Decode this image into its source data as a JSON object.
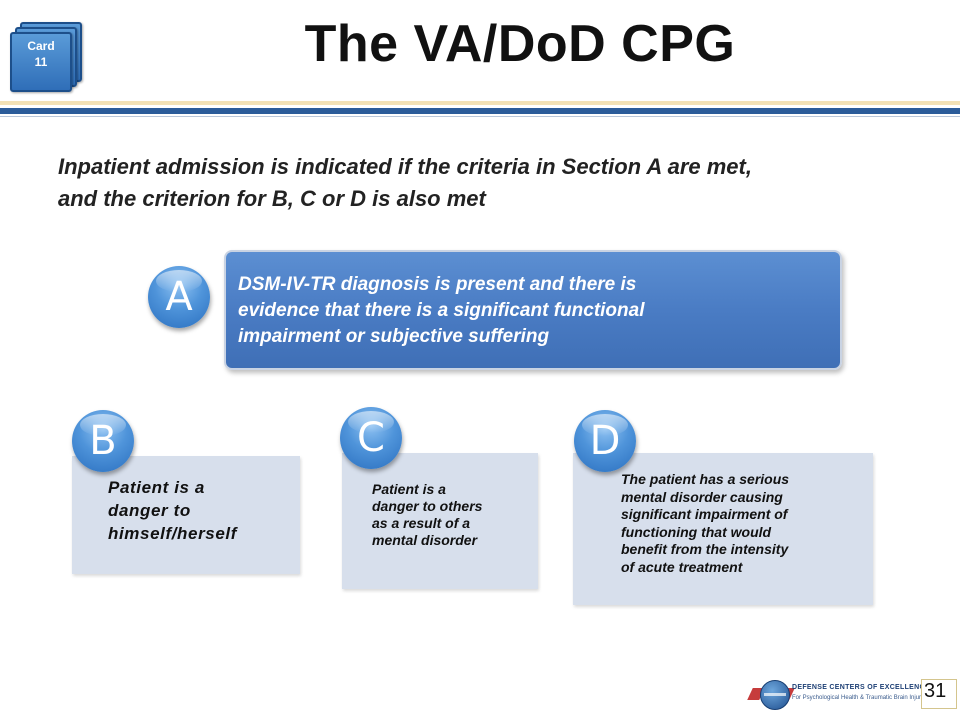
{
  "badge": {
    "line1": "Card",
    "line2": "11"
  },
  "title": "The VA/DoD CPG",
  "intro": {
    "line1": "Inpatient admission is indicated if the criteria in Section A are met,",
    "line2": "and the criterion for B, C or D is also met"
  },
  "sections": {
    "a": {
      "letter": "A",
      "lines": [
        "DSM-IV-TR diagnosis is present and there is",
        "evidence that there is a significant functional",
        "impairment or subjective suffering"
      ]
    },
    "b": {
      "letter": "B",
      "lines": [
        "Patient is a",
        "danger to",
        "himself/herself"
      ]
    },
    "c": {
      "letter": "C",
      "lines": [
        "Patient is a",
        "danger to others",
        "as a result of a",
        "mental disorder"
      ]
    },
    "d": {
      "letter": "D",
      "lines": [
        "The patient has a serious",
        "mental disorder causing",
        "significant impairment of",
        "functioning that would",
        "benefit from the intensity",
        "of acute treatment"
      ]
    }
  },
  "footer": {
    "org_name": "DEFENSE CENTERS OF EXCELLENCE",
    "org_subtitle": "For Psychological Health & Traumatic Brain Injury",
    "page_number": "31",
    "logo_icon": "dcoe-globe-logo"
  },
  "colors": {
    "accent_blue": "#2b5c9a",
    "box_a_blue": "#4a7cc4",
    "light_box": "#d7dfec",
    "rule_light": "#f2e1b6"
  }
}
